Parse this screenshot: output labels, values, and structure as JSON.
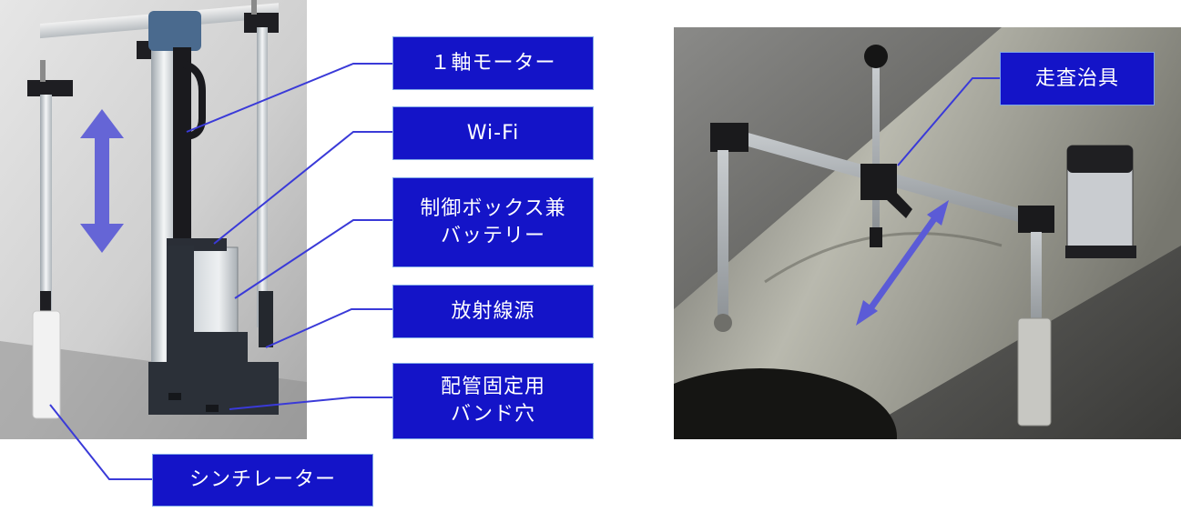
{
  "labels": {
    "motor": "１軸モーター",
    "wifi": "Wi-Fi",
    "control_box_line1": "制御ボックス兼",
    "control_box_line2": "バッテリー",
    "radiation_source": "放射線源",
    "pipe_band_line1": "配管固定用",
    "pipe_band_line2": "バンド穴",
    "scintillator": "シンチレーター",
    "scan_jig": "走査治具"
  },
  "colors": {
    "label_fill": "#1414c8",
    "label_border": "#7fa6e6",
    "leader_line": "#3a3ad8",
    "motion_arrow": "#5b5bd6"
  }
}
